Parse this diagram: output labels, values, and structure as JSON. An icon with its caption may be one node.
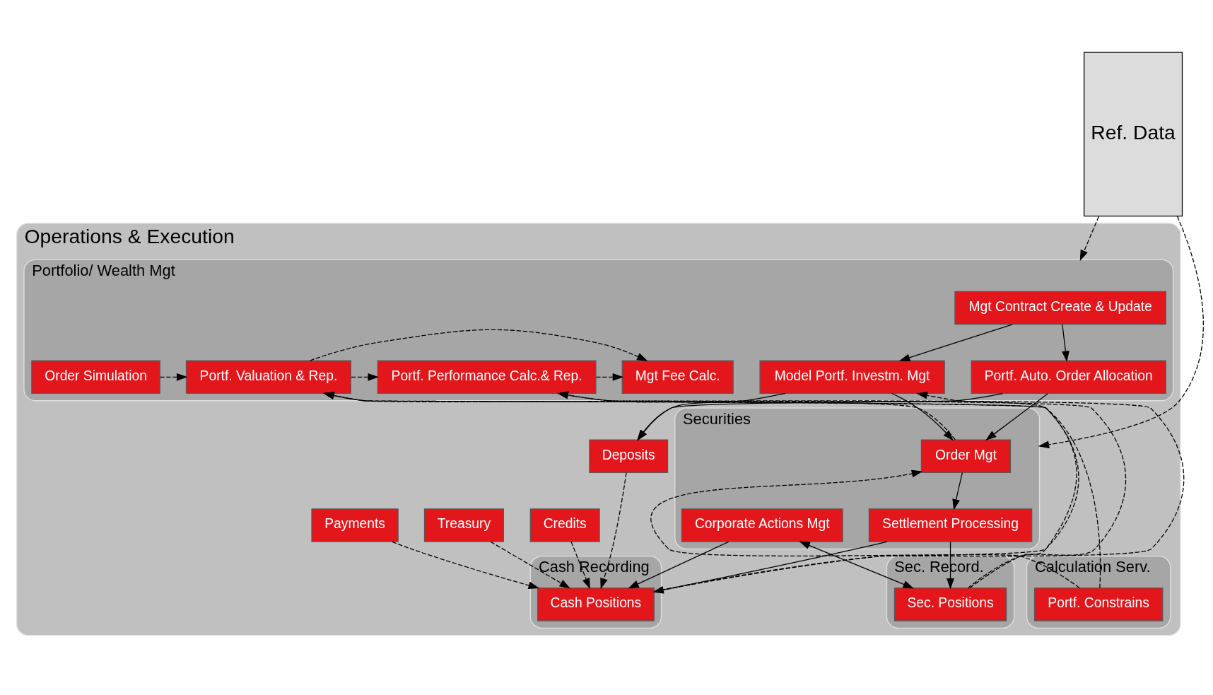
{
  "diagram": {
    "nodes": [
      {
        "text": [
          "Ref. Data"
        ]
      },
      {
        "text": [
          "Operations & Execution"
        ]
      },
      {
        "text": [
          "Portfolio/ Wealth Mgt"
        ],
        "in": 1
      },
      {
        "text": [
          "Mgt Contract Create & Update"
        ],
        "in": 2
      },
      {
        "text": [
          "Model Portf. Investm. Mgt"
        ],
        "in": 2
      },
      {
        "text": [
          "Portf. Auto. Order Allocation"
        ],
        "in": 2
      },
      {
        "text": [
          "Order Simulation"
        ],
        "in": 2
      },
      {
        "text": [
          "Portf. Valuation & Rep."
        ],
        "in": 2
      },
      {
        "text": [
          "Portf. Performance Calc.& Rep."
        ],
        "in": 2
      },
      {
        "text": [
          "Mgt Fee Calc."
        ],
        "in": 2
      },
      {
        "text": [
          "Securities"
        ],
        "in": 1
      },
      {
        "text": [
          "Order Mgt"
        ],
        "in": 10
      },
      {
        "text": [
          "Settlement Processing"
        ],
        "in": 10
      },
      {
        "text": [
          "Corporate Actions Mgt"
        ],
        "in": 10
      },
      {
        "text": [
          "Deposits"
        ],
        "in": 1
      },
      {
        "text": [
          "Credits"
        ],
        "in": 1
      },
      {
        "text": [
          "Treasury"
        ],
        "in": 1
      },
      {
        "text": [
          "Payments"
        ],
        "in": 1
      },
      {
        "text": [
          "Calculation Serv."
        ],
        "in": 1
      },
      {
        "text": [
          "Portf. Constrains"
        ],
        "in": 18
      },
      {
        "text": [
          "Sec. Record."
        ],
        "in": 1
      },
      {
        "text": [
          "Sec. Positions"
        ],
        "in": 20
      },
      {
        "text": [
          "Cash Recording"
        ],
        "in": 1
      },
      {
        "text": [
          "Cash Positions"
        ],
        "in": 22
      }
    ],
    "edges": [
      {
        "from": 0,
        "to": 2,
        "arrow": "to",
        "style": "dashed"
      },
      {
        "from": 0,
        "to": 10,
        "arrow": "to",
        "style": "dashed"
      },
      {
        "from": 3,
        "to": 4,
        "arrow": "to"
      },
      {
        "from": 3,
        "to": 5,
        "arrow": "to"
      },
      {
        "from": 4,
        "to": 11,
        "arrow": "to"
      },
      {
        "from": 5,
        "to": 11,
        "arrow": "to"
      },
      {
        "from": 4,
        "to": 14,
        "arrow": "to"
      },
      {
        "from": 5,
        "to": 14,
        "arrow": "to"
      },
      {
        "from": 6,
        "to": 7,
        "arrow": "to",
        "style": "dashed"
      },
      {
        "from": 7,
        "to": 8,
        "arrow": "to",
        "style": "dashed"
      },
      {
        "from": 8,
        "to": 9,
        "arrow": "to",
        "style": "dashed"
      },
      {
        "from": 7,
        "to": 9,
        "arrow": "to",
        "style": "dashed"
      },
      {
        "from": 19,
        "to": 4,
        "arrow": "to",
        "style": "dashed"
      },
      {
        "from": 19,
        "to": 11,
        "arrow": "to",
        "style": "dashed"
      },
      {
        "from": 11,
        "to": 7,
        "arrow": "to",
        "style": "dashed"
      },
      {
        "from": 11,
        "to": 12,
        "arrow": "to"
      },
      {
        "from": 12,
        "to": 21,
        "arrow": "to"
      },
      {
        "from": 12,
        "to": 23,
        "arrow": "to"
      },
      {
        "from": 21,
        "to": 13,
        "arrow": "both"
      },
      {
        "from": 13,
        "to": 23,
        "arrow": "to"
      },
      {
        "from": 21,
        "to": 7,
        "arrow": "to",
        "style": "dashed"
      },
      {
        "from": 23,
        "to": 7,
        "arrow": "to",
        "style": "dashed"
      },
      {
        "from": 21,
        "to": 8,
        "arrow": "to",
        "style": "dashed"
      },
      {
        "from": 23,
        "to": 8,
        "arrow": "to",
        "style": "dashed"
      },
      {
        "from": 14,
        "to": 23,
        "arrow": "to",
        "style": "dashed"
      },
      {
        "from": 15,
        "to": 23,
        "arrow": "to",
        "style": "dashed"
      },
      {
        "from": 16,
        "to": 23,
        "arrow": "to",
        "style": "dashed"
      },
      {
        "from": 17,
        "to": 23,
        "arrow": "to",
        "style": "dashed"
      }
    ]
  }
}
